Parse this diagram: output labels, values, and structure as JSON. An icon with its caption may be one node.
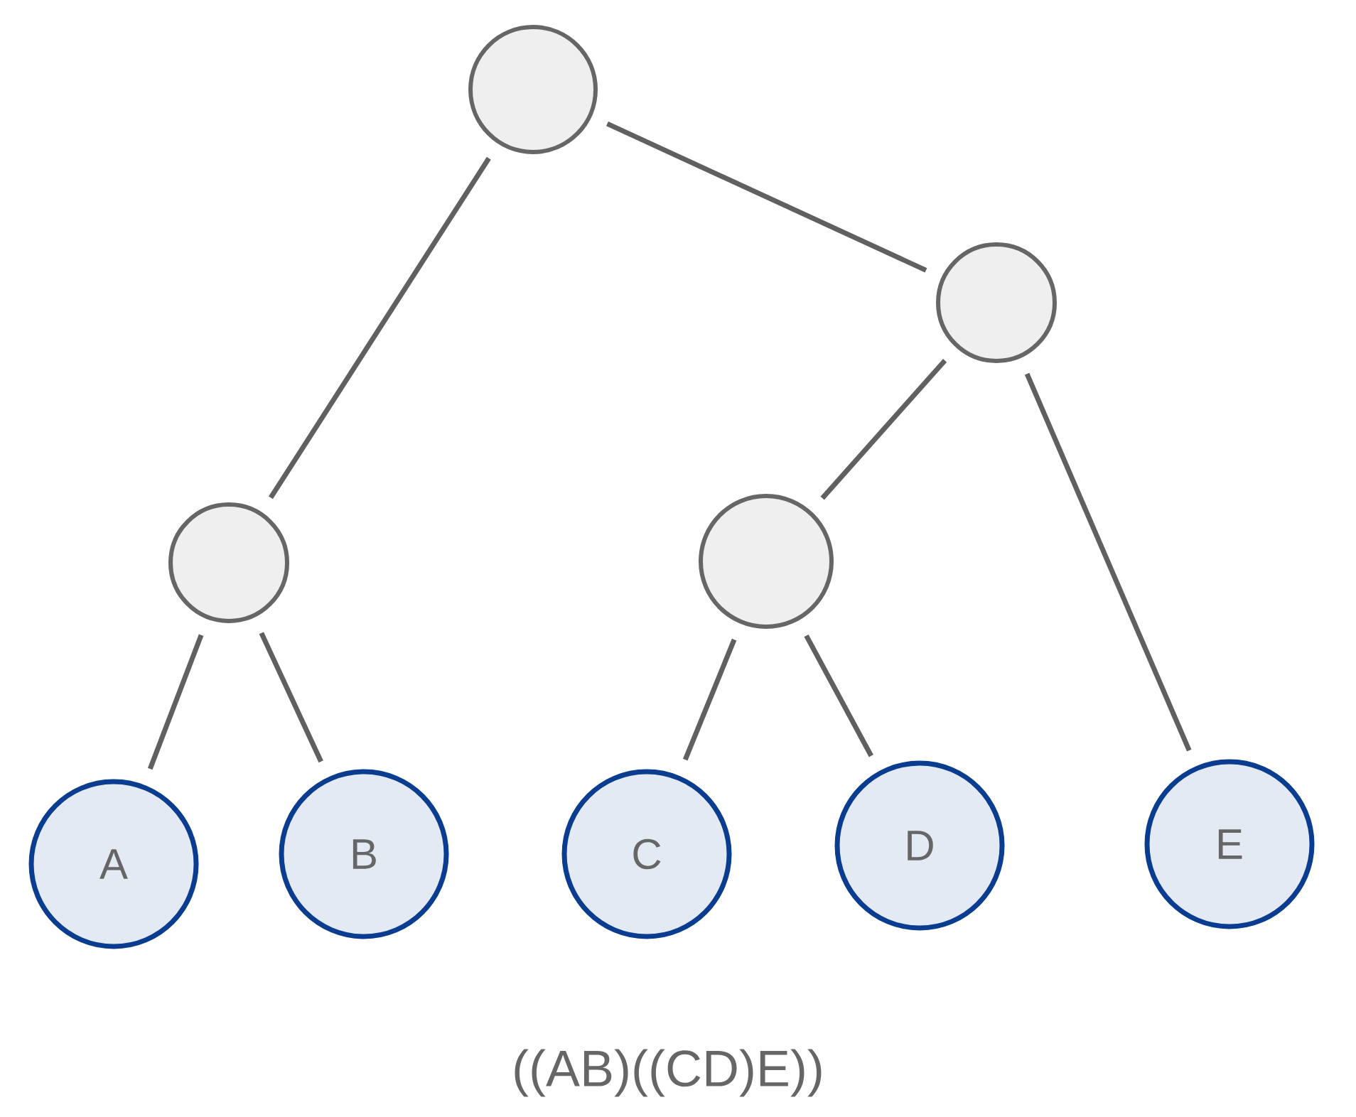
{
  "diagram": {
    "caption": "((AB)((CD)E))",
    "nodes": [
      {
        "text": [],
        "shape": "circle"
      },
      {
        "text": [],
        "shape": "circle"
      },
      {
        "text": [],
        "shape": "circle"
      },
      {
        "text": [],
        "shape": "circle"
      },
      {
        "text": [
          "A"
        ]
      },
      {
        "text": [
          "B"
        ]
      },
      {
        "text": [
          "C"
        ]
      },
      {
        "text": [
          "D"
        ]
      },
      {
        "text": [
          "E"
        ]
      }
    ],
    "edges": [
      {
        "from": 0,
        "to": 2,
        "arrow": "none"
      },
      {
        "from": 0,
        "to": 1,
        "arrow": "none"
      },
      {
        "from": 2,
        "to": 4,
        "arrow": "none"
      },
      {
        "from": 2,
        "to": 5,
        "arrow": "none"
      },
      {
        "from": 1,
        "to": 3,
        "arrow": "none"
      },
      {
        "from": 1,
        "to": 8,
        "arrow": "none"
      },
      {
        "from": 3,
        "to": 6,
        "arrow": "none"
      },
      {
        "from": 3,
        "to": 7,
        "arrow": "none"
      }
    ]
  }
}
